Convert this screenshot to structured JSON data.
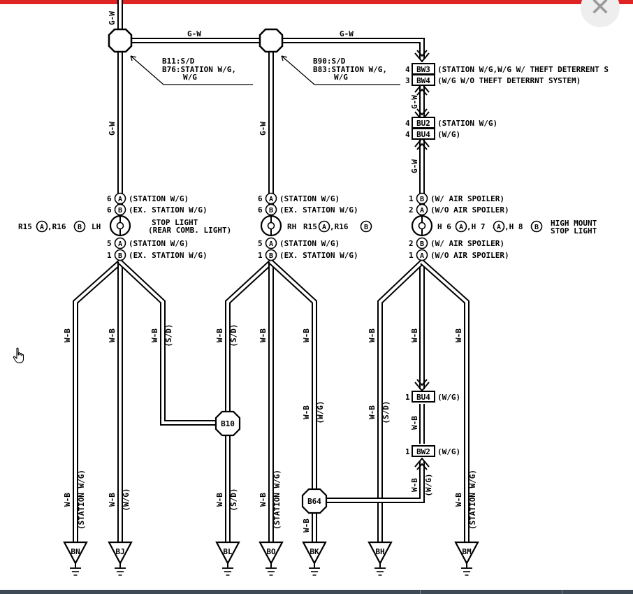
{
  "colors": {
    "top_bar": "#e02424",
    "bottom_bar": "#3d4a55",
    "line": "#000000"
  },
  "ui": {
    "close_icon": "close-icon",
    "close_glyph": "✕",
    "cursor_icon": "hand-pointer-icon"
  },
  "diagram": {
    "wire_gw": "G-W",
    "wire_wb": "W-B",
    "paren_sd": "(S/D)",
    "paren_wg": "(W/G)",
    "paren_station_wg": "(STATION W/G)",
    "callout1": [
      "B11:S/D",
      "B76:STATION W/G,",
      "W/G"
    ],
    "callout2": [
      "B90:S/D",
      "B83:STATION W/G,",
      "W/G"
    ],
    "lh": {
      "pins": [
        {
          "num": "6",
          "letter": "A",
          "text": "(STATION W/G)"
        },
        {
          "num": "6",
          "letter": "B",
          "text": "(EX. STATION W/G)"
        },
        {
          "num": "5",
          "letter": "A",
          "text": "(STATION W/G)"
        },
        {
          "num": "1",
          "letter": "B",
          "text": "(EX. STATION W/G)"
        }
      ],
      "connector_text": [
        "R15",
        ",R16",
        "LH"
      ],
      "title": [
        "STOP LIGHT",
        "(REAR COMB. LIGHT)"
      ]
    },
    "rh": {
      "pins": [
        {
          "num": "6",
          "letter": "A",
          "text": "(STATION W/G)"
        },
        {
          "num": "6",
          "letter": "B",
          "text": "(EX. STATION W/G)"
        },
        {
          "num": "5",
          "letter": "A",
          "text": "(STATION W/G)"
        },
        {
          "num": "1",
          "letter": "B",
          "text": "(EX. STATION W/G)"
        }
      ],
      "connector_text": [
        "RH",
        "R15",
        ",R16"
      ]
    },
    "hm": {
      "pins": [
        {
          "num": "1",
          "letter": "B",
          "text": "(W/ AIR SPOILER)"
        },
        {
          "num": "2",
          "letter": "A",
          "text": "(W/O AIR SPOILER)"
        },
        {
          "num": "2",
          "letter": "B",
          "text": "(W/ AIR SPOILER)"
        },
        {
          "num": "1",
          "letter": "A",
          "text": "(W/O AIR SPOILER)"
        }
      ],
      "connector_text": [
        "H 6",
        ",H 7",
        ",H 8"
      ],
      "title": [
        "HIGH MOUNT",
        "STOP LIGHT"
      ]
    },
    "conn_bw3": {
      "num": "4",
      "id": "BW3",
      "text": "(STATION W/G,W/G W/ THEFT DETERRENT S"
    },
    "conn_bw4": {
      "num": "3",
      "id": "BW4",
      "text": "(W/G W/O THEFT DETERRNT SYSTEM)"
    },
    "conn_bu2": {
      "num": "4",
      "id": "BU2",
      "text": "(STATION W/G)"
    },
    "conn_bu4a": {
      "num": "4",
      "id": "BU4",
      "text": "(W/G)"
    },
    "conn_bu4b": {
      "num": "1",
      "id": "BU4",
      "text": "(W/G)"
    },
    "conn_bw2": {
      "num": "1",
      "id": "BW2",
      "text": "(W/G)"
    },
    "junctions": [
      "B10",
      "B64"
    ],
    "grounds": [
      "BN",
      "BJ",
      "BL",
      "BO",
      "BK",
      "BH",
      "BM"
    ]
  }
}
